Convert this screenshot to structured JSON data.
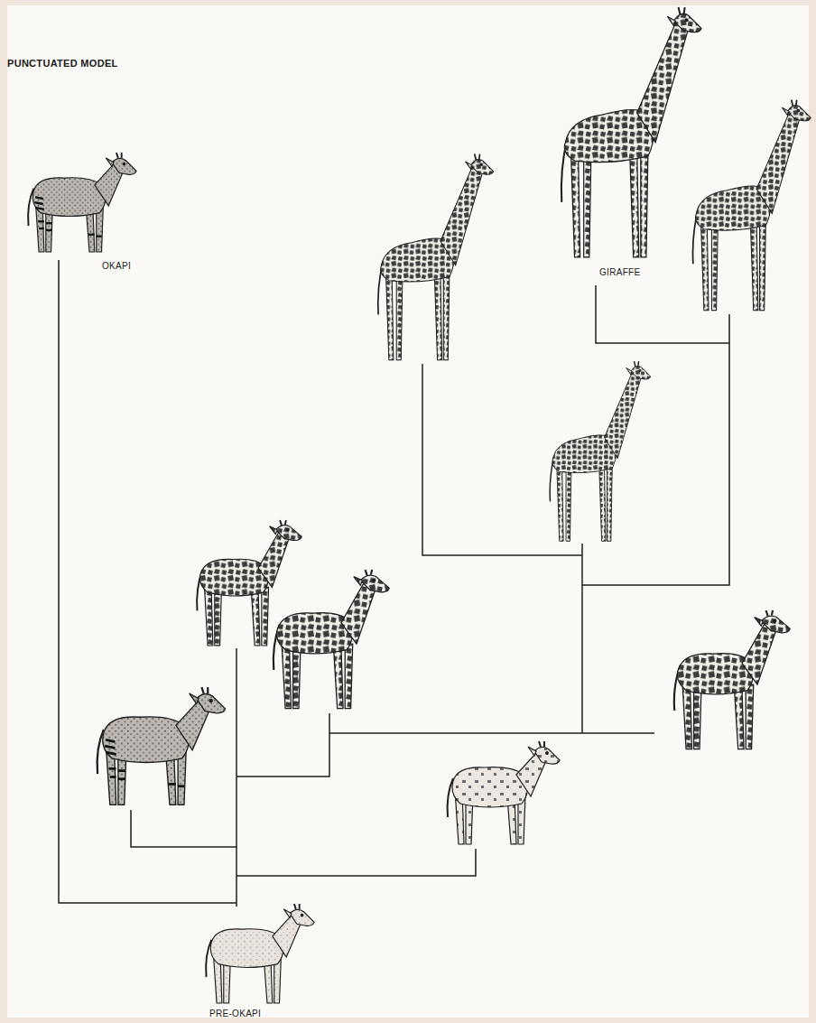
{
  "diagram": {
    "title": "PUNCTUATED MODEL",
    "labels": [
      "OKAPI",
      "GIRAFFE",
      "PRE-OKAPI"
    ]
  }
}
